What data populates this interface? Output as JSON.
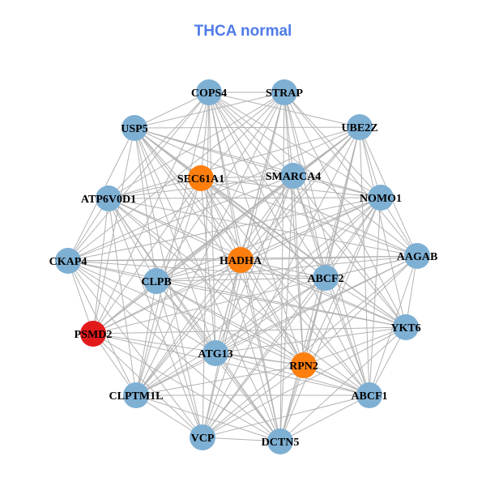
{
  "title": "THCA normal",
  "colors": {
    "title": "#4f7be8",
    "edge": "#b3b3b3",
    "default": "#7eb0d4",
    "highlight": "#ff7f0e",
    "hub": "#e31a1c"
  },
  "network": {
    "nodes": [
      {
        "id": "COPS4",
        "group": "default"
      },
      {
        "id": "STRAP",
        "group": "default"
      },
      {
        "id": "UBE2Z",
        "group": "default"
      },
      {
        "id": "USP5",
        "group": "default"
      },
      {
        "id": "SEC61A1",
        "group": "highlight"
      },
      {
        "id": "SMARCA4",
        "group": "default"
      },
      {
        "id": "ATP6V0D1",
        "group": "default"
      },
      {
        "id": "NOMO1",
        "group": "default"
      },
      {
        "id": "CKAP4",
        "group": "default"
      },
      {
        "id": "HADHA",
        "group": "highlight"
      },
      {
        "id": "AAGAB",
        "group": "default"
      },
      {
        "id": "CLPB",
        "group": "default"
      },
      {
        "id": "ABCF2",
        "group": "default"
      },
      {
        "id": "PSMD2",
        "group": "hub"
      },
      {
        "id": "YKT6",
        "group": "default"
      },
      {
        "id": "ATG13",
        "group": "default"
      },
      {
        "id": "RPN2",
        "group": "highlight"
      },
      {
        "id": "CLPTM1L",
        "group": "default"
      },
      {
        "id": "ABCF1",
        "group": "default"
      },
      {
        "id": "VCP",
        "group": "default"
      },
      {
        "id": "DCTN5",
        "group": "default"
      }
    ],
    "edges": "dense — nearly all node pairs connected"
  }
}
